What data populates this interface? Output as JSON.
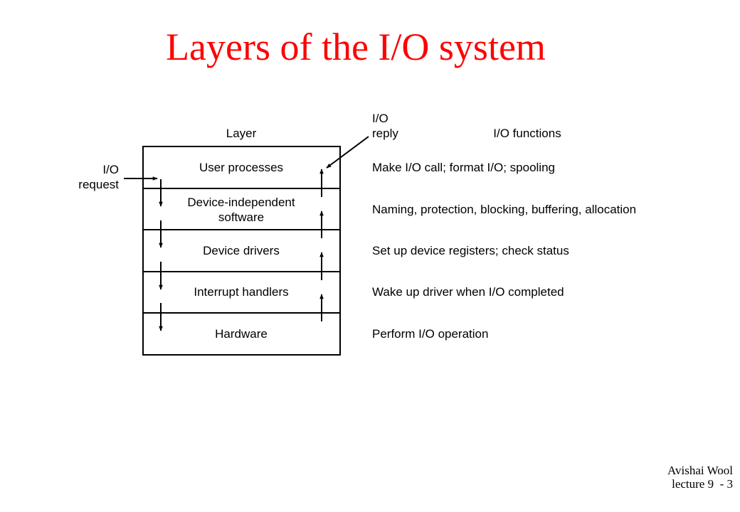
{
  "slide": {
    "title": "Layers of the I/O system"
  },
  "diagram": {
    "layer_header": "Layer",
    "functions_header": "I/O functions",
    "request_label": [
      "I/O",
      "request"
    ],
    "reply_label": [
      "I/O",
      "reply"
    ],
    "layers": [
      {
        "name": [
          "User processes"
        ],
        "function": "Make I/O call; format I/O; spooling"
      },
      {
        "name": [
          "Device-independent",
          "software"
        ],
        "function": "Naming, protection, blocking, buffering, allocation"
      },
      {
        "name": [
          "Device drivers"
        ],
        "function": "Set up device registers; check status"
      },
      {
        "name": [
          "Interrupt handlers"
        ],
        "function": "Wake up driver when I/O completed"
      },
      {
        "name": [
          "Hardware"
        ],
        "function": "Perform I/O operation"
      }
    ]
  },
  "footer": {
    "author": "Avishai Wool",
    "lecture": "lecture 9  - 3"
  }
}
